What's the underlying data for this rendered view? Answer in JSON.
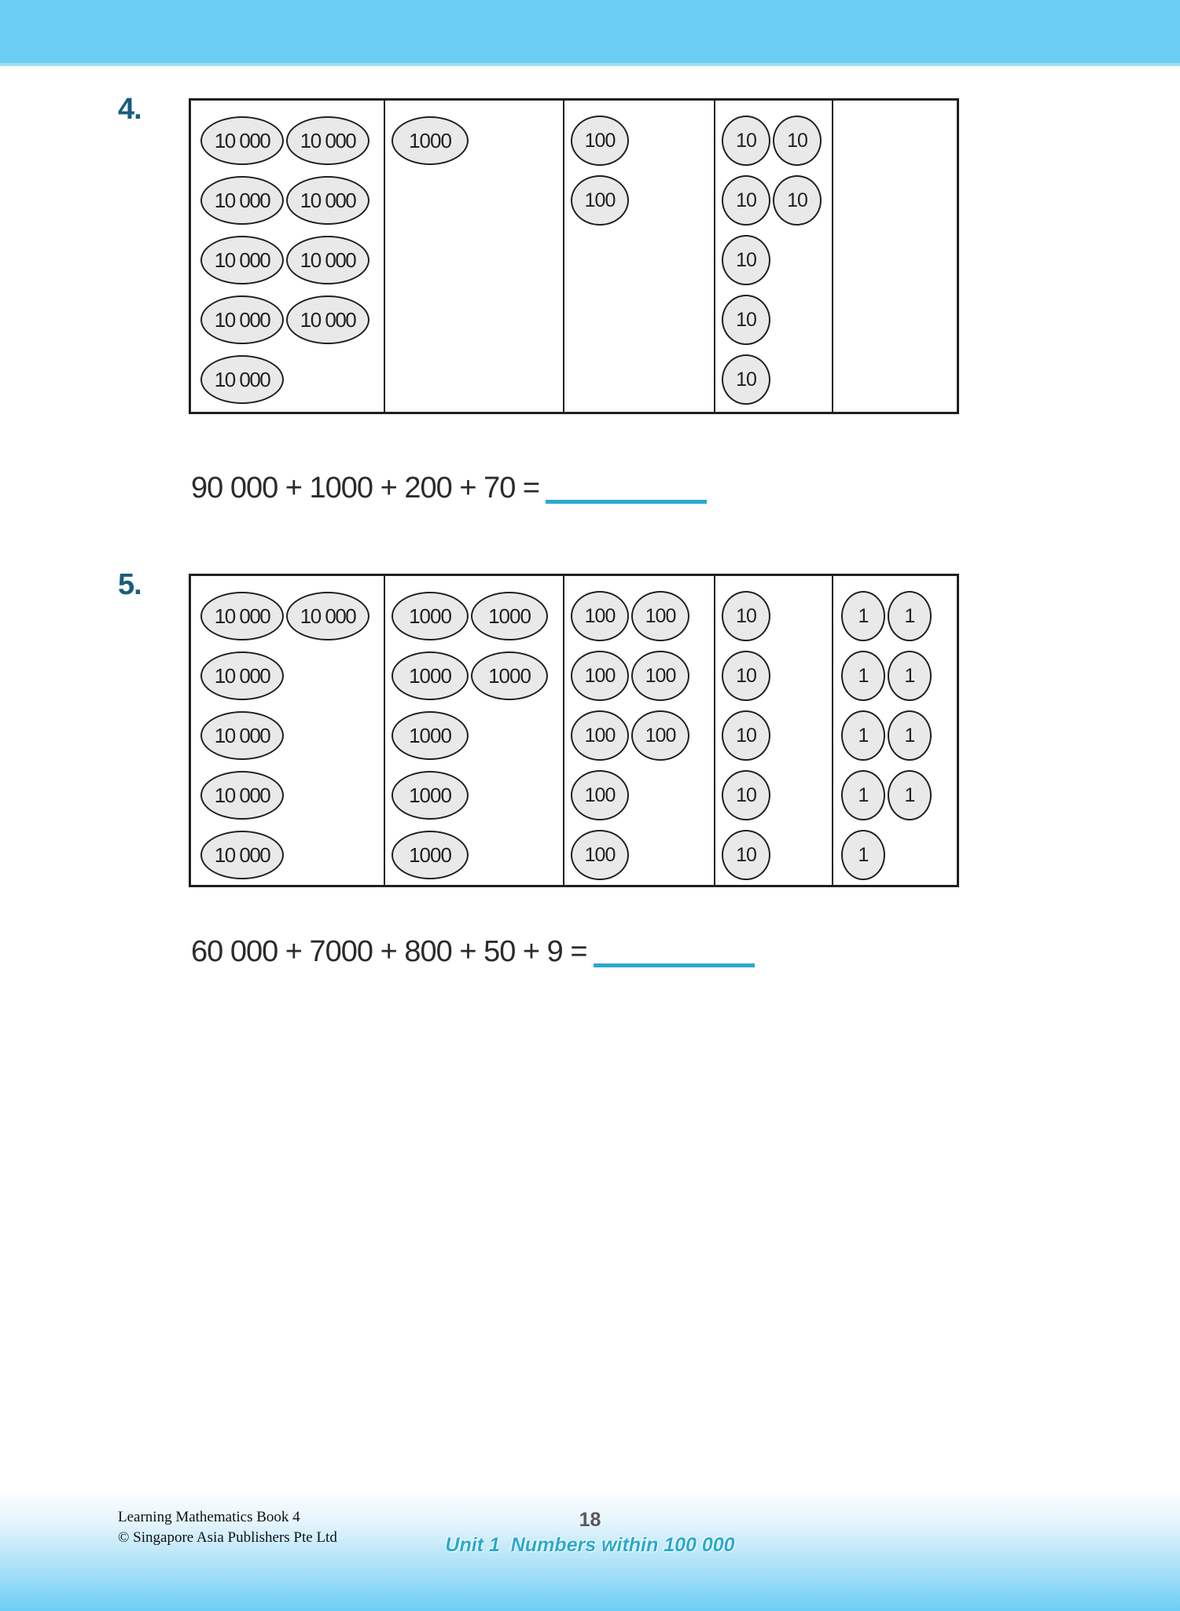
{
  "questions": [
    {
      "number": "4.",
      "equation": "90 000 + 1000 + 200 + 70 =",
      "columns": [
        {
          "denomination": "10 000",
          "discs_per_row": [
            2,
            2,
            2,
            2,
            1
          ]
        },
        {
          "denomination": "1000",
          "discs_per_row": [
            1,
            0,
            0,
            0,
            0
          ]
        },
        {
          "denomination": "100",
          "discs_per_row": [
            1,
            1,
            0,
            0,
            0
          ]
        },
        {
          "denomination": "10",
          "discs_per_row": [
            2,
            2,
            1,
            1,
            1
          ]
        },
        {
          "denomination": "",
          "discs_per_row": [
            0,
            0,
            0,
            0,
            0
          ]
        }
      ]
    },
    {
      "number": "5.",
      "equation": "60 000 + 7000 + 800 + 50 + 9 =",
      "columns": [
        {
          "denomination": "10 000",
          "discs_per_row": [
            2,
            1,
            1,
            1,
            1
          ]
        },
        {
          "denomination": "1000",
          "discs_per_row": [
            2,
            2,
            1,
            1,
            1
          ]
        },
        {
          "denomination": "100",
          "discs_per_row": [
            2,
            2,
            2,
            1,
            1
          ]
        },
        {
          "denomination": "10",
          "discs_per_row": [
            1,
            1,
            1,
            1,
            1
          ]
        },
        {
          "denomination": "1",
          "discs_per_row": [
            2,
            2,
            2,
            2,
            1
          ]
        }
      ]
    }
  ],
  "footer": {
    "book_title": "Learning Mathematics Book 4",
    "copyright": "© Singapore Asia Publishers Pte Ltd",
    "page_number": "18",
    "unit_title": "Unit 1  Numbers within 100 000"
  },
  "colors": {
    "banner_blue": "#6CCEF5",
    "answer_line_cyan": "#29A9CC",
    "question_number_teal": "#175E7F",
    "unit_title_cyan": "#2AA9CF",
    "disc_fill_gray": "#E9E9E9"
  }
}
